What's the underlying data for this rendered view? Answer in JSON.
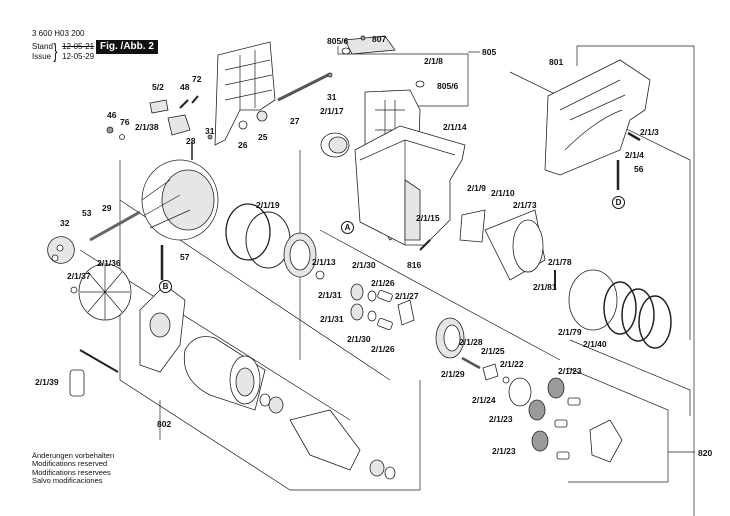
{
  "header": {
    "part_number": "3 600 H03 200",
    "stand_label": "Stand",
    "issue_label": "Issue",
    "stand_date_struck": "12-05-21",
    "issue_date": "12-05-29",
    "figure_label": "Fig. /Abb. 2"
  },
  "footer_notes": [
    "Änderungen vorbehalten",
    "Modifications reserved",
    "Modifications reservees",
    "Salvo modificaciones"
  ],
  "reference_markers": [
    "A",
    "B",
    "D"
  ],
  "part_labels": {
    "p807": "807",
    "p805_6a": "805/6",
    "p805": "805",
    "p2_1_8": "2/1/8",
    "p805_6b": "805/6",
    "p801": "801",
    "p5_2": "5/2",
    "p48": "48",
    "p72": "72",
    "p46": "46",
    "p76": "76",
    "p2_1_38": "2/1/38",
    "p28": "28",
    "p31a": "31",
    "p26": "26",
    "p25": "25",
    "p27": "27",
    "p31b": "31",
    "p2_1_17": "2/1/17",
    "p2_1_14": "2/1/14",
    "p2_1_3": "2/1/3",
    "p2_1_4": "2/1/4",
    "p56": "56",
    "p32": "32",
    "p53": "53",
    "p29": "29",
    "p57": "57",
    "p2_1_19": "2/1/19",
    "p2_1_9": "2/1/9",
    "p2_1_10": "2/1/10",
    "p2_1_73": "2/1/73",
    "p2_1_15": "2/1/15",
    "p816": "816",
    "p2_1_36": "2/1/36",
    "p2_1_37": "2/1/37",
    "p2_1_13": "2/1/13",
    "p2_1_30a": "2/1/30",
    "p2_1_31a": "2/1/31",
    "p2_1_26a": "2/1/26",
    "p2_1_27": "2/1/27",
    "p2_1_31b": "2/1/31",
    "p2_1_30b": "2/1/30",
    "p2_1_26b": "2/1/26",
    "p2_1_78": "2/1/78",
    "p2_1_81": "2/1/81",
    "p2_1_79": "2/1/79",
    "p2_1_40": "2/1/40",
    "p2_1_28": "2/1/28",
    "p2_1_25": "2/1/25",
    "p2_1_29": "2/1/29",
    "p2_1_22": "2/1/22",
    "p2_1_24": "2/1/24",
    "p2_1_23a": "2/1/23",
    "p2_1_23b": "2/1/23",
    "p2_1_23c": "2/1/23",
    "p820": "820",
    "p2_1_39": "2/1/39",
    "p802": "802"
  }
}
